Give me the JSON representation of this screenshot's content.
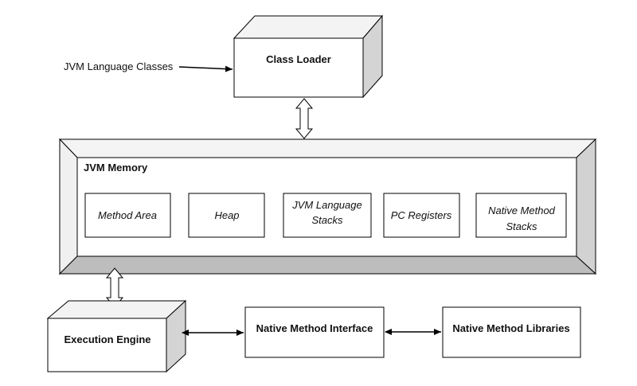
{
  "diagram": {
    "input_label": "JVM Language Classes",
    "class_loader": "Class Loader",
    "memory": {
      "title": "JVM Memory",
      "areas": [
        [
          "Method Area"
        ],
        [
          "Heap"
        ],
        [
          "JVM Language",
          "Stacks"
        ],
        [
          "PC Registers"
        ],
        [
          "Native Method",
          "Stacks"
        ]
      ]
    },
    "execution_engine": "Execution Engine",
    "native_interface": "Native Method Interface",
    "native_libraries": "Native Method Libraries"
  }
}
